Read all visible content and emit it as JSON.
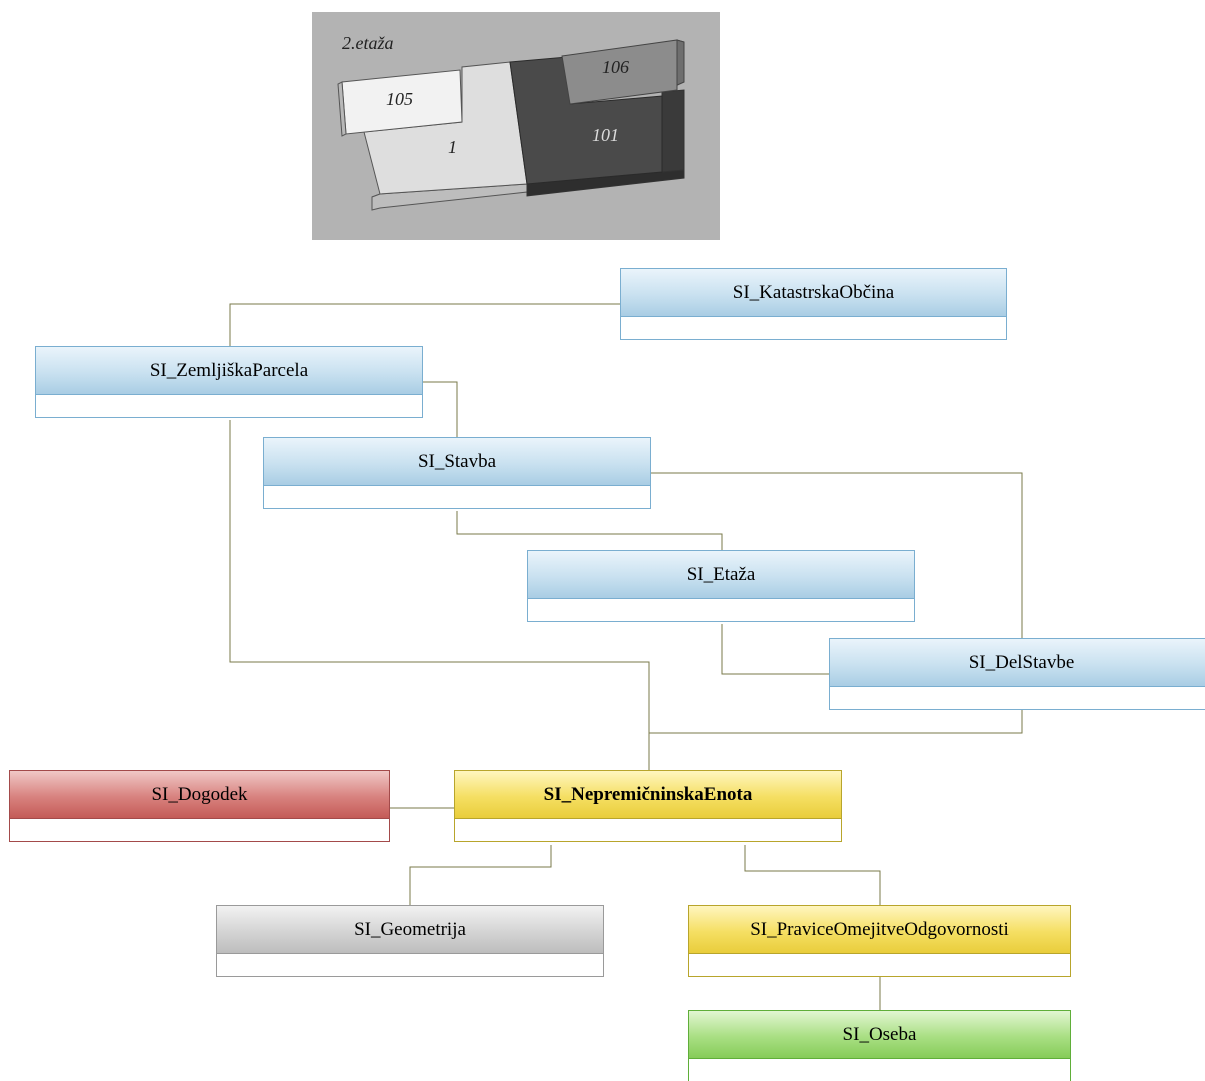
{
  "floor_plan": {
    "title": "2.etaža",
    "units": [
      {
        "label": "105",
        "color": "#f2f2f2"
      },
      {
        "label": "1",
        "color": "#dedede"
      },
      {
        "label": "106",
        "color": "#8c8c8c"
      },
      {
        "label": "101",
        "color": "#4a4a4a"
      }
    ]
  },
  "classes": {
    "katastrska_obcina": {
      "name": "SI_KatastrskaObčina",
      "color": "blue"
    },
    "zemljiska_parcela": {
      "name": "SI_ZemljiškaParcela",
      "color": "blue"
    },
    "stavba": {
      "name": "SI_Stavba",
      "color": "blue"
    },
    "etaza": {
      "name": "SI_Etaža",
      "color": "blue"
    },
    "del_stavbe": {
      "name": "SI_DelStavbe",
      "color": "blue"
    },
    "dogodek": {
      "name": "SI_Dogodek",
      "color": "red"
    },
    "nepremicninska_enota": {
      "name": "SI_NepremičninskaEnota",
      "color": "yellow"
    },
    "geometrija": {
      "name": "SI_Geometrija",
      "color": "gray"
    },
    "pravice": {
      "name": "SI_PraviceOmejitveOdgovornosti",
      "color": "yellow"
    },
    "oseba": {
      "name": "SI_Oseba",
      "color": "green"
    }
  },
  "colors": {
    "connector": "#7a7a4a",
    "blue_border": "#7aaed0",
    "red_border": "#a34a4a",
    "yellow_border": "#b8a52c",
    "gray_border": "#9a9a9a",
    "green_border": "#5fae39"
  }
}
